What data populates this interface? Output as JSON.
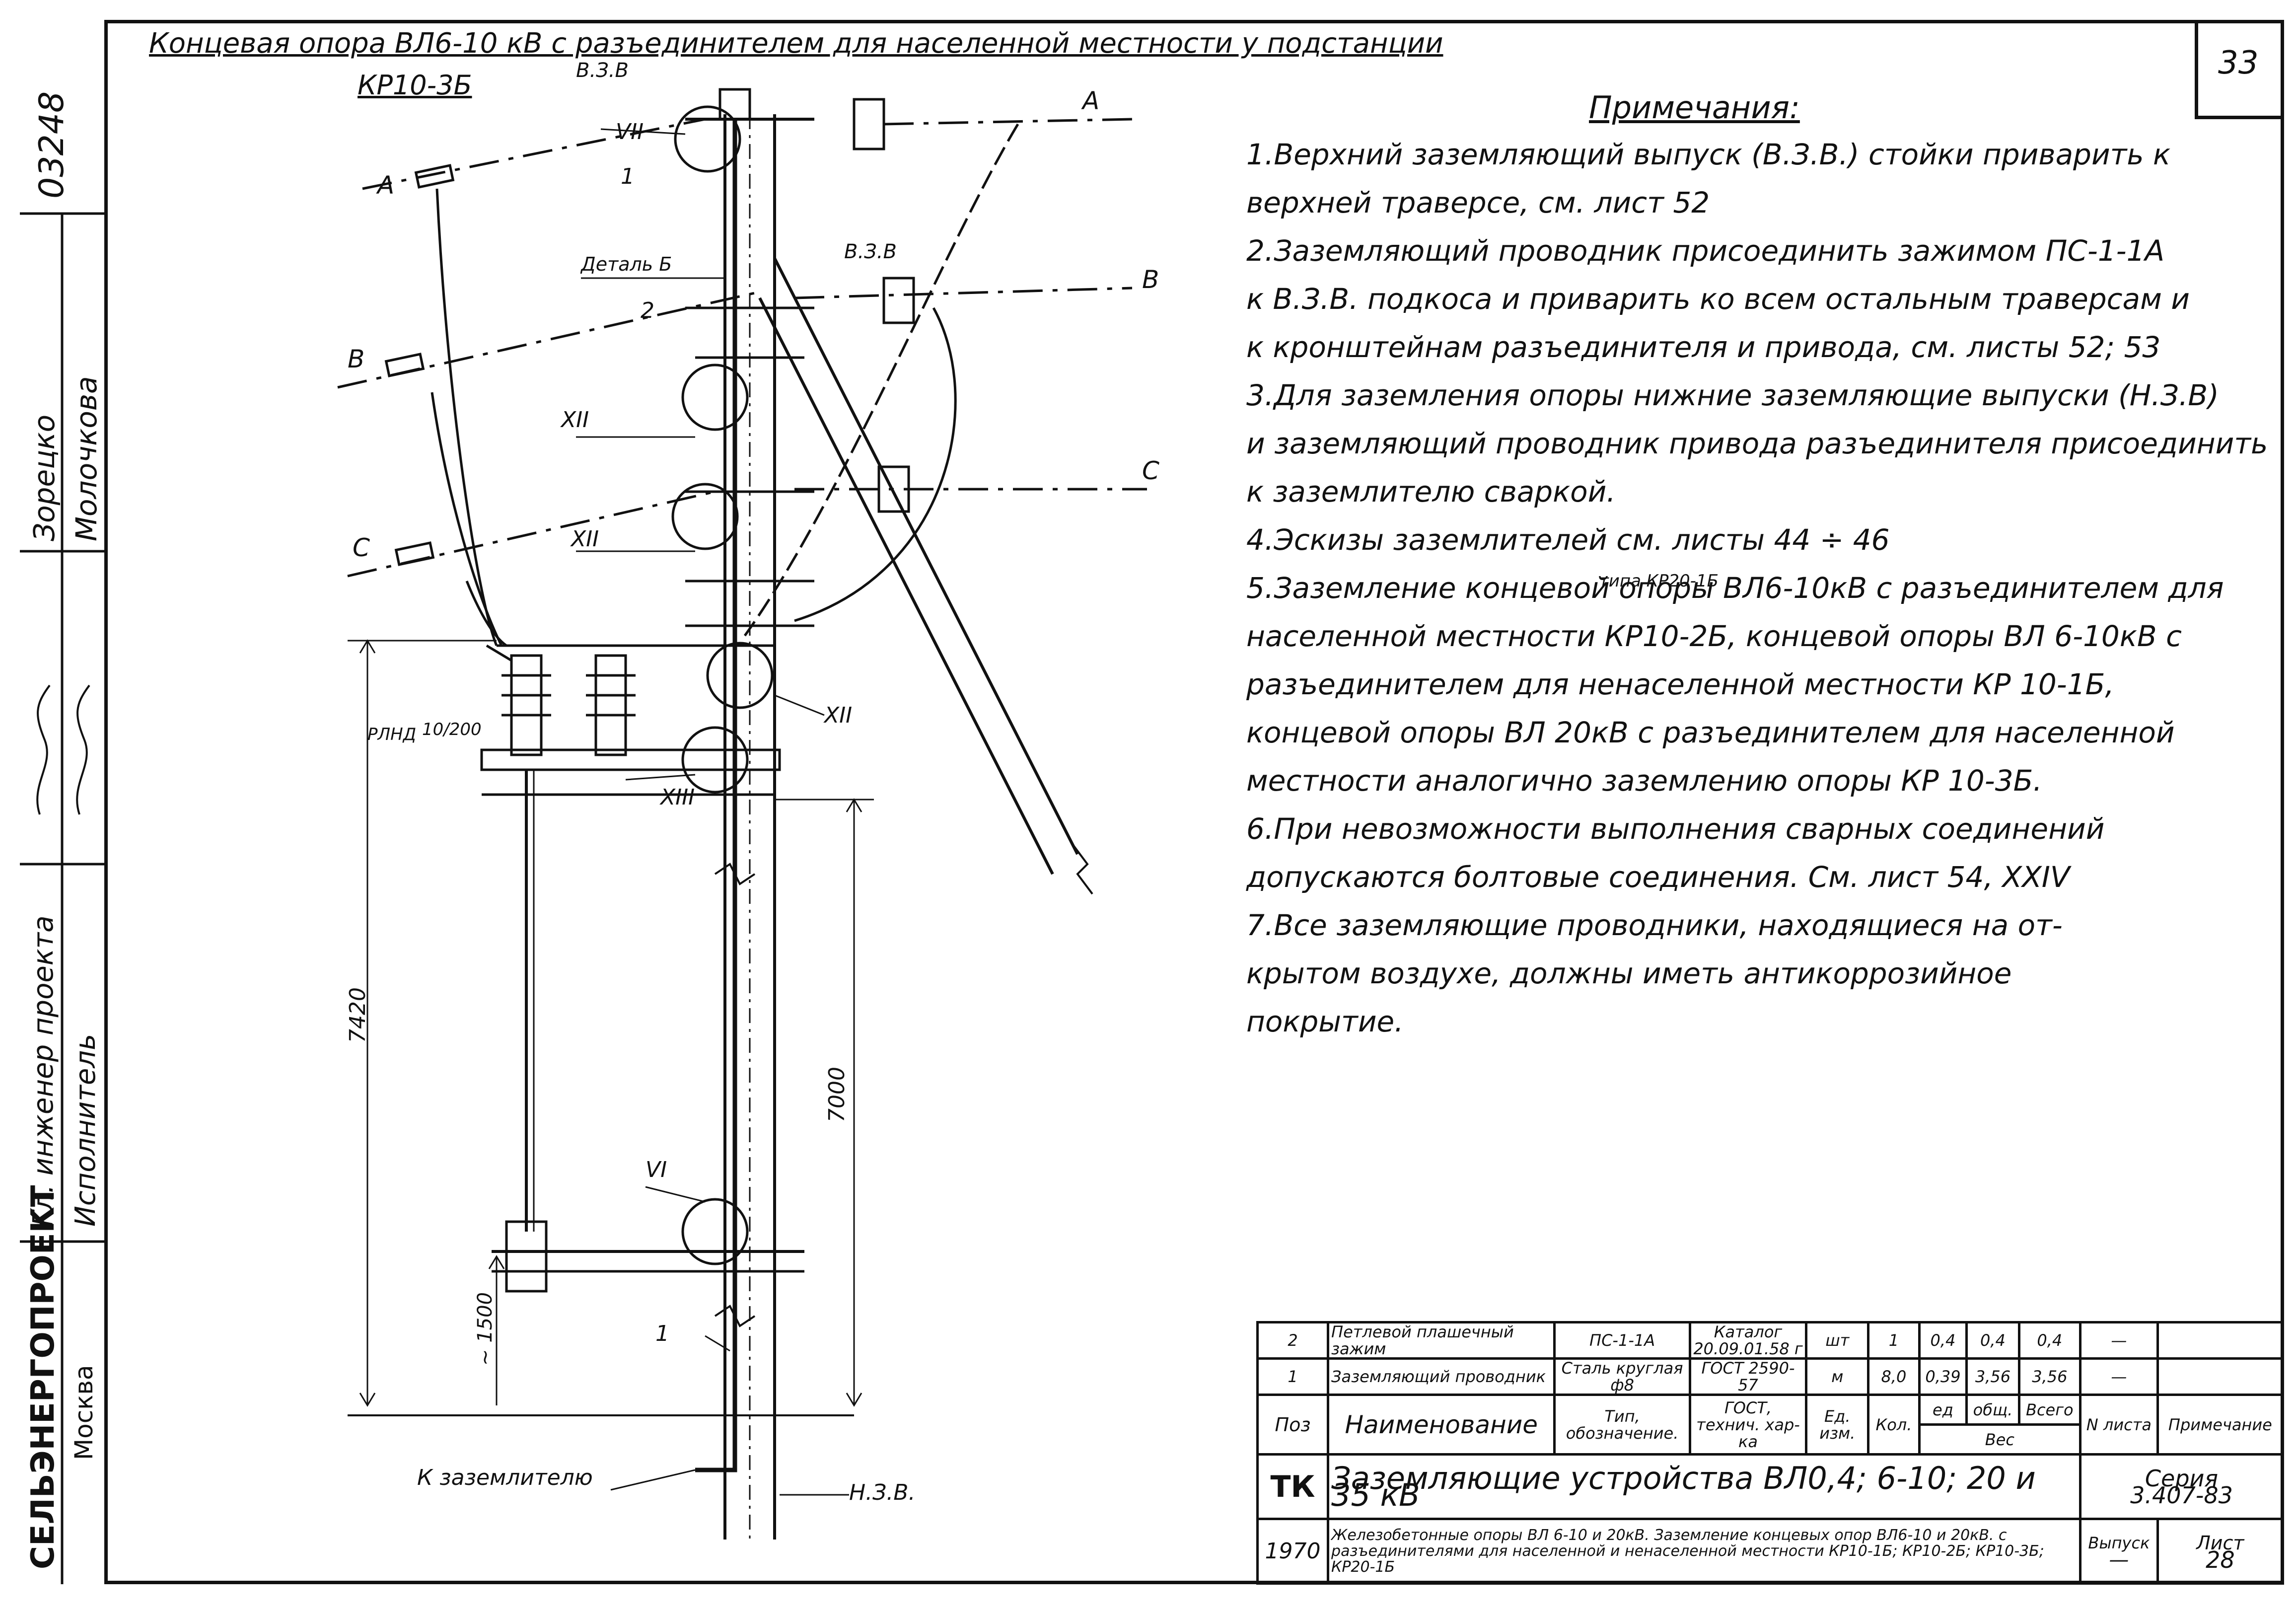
{
  "document": {
    "title": "Концевая опора ВЛ6-10 кВ с разъединителем для населенной местности у подстанции",
    "drawing_code": "КР10-3Б",
    "sheet_corner_number": "33",
    "archive_number": "03248"
  },
  "drawing": {
    "labels": {
      "vzv_top": "В.З.В",
      "vzv_mid": "В.З.В",
      "detail": "Деталь Б",
      "pos1_top": "1",
      "pos2": "2",
      "pos1_bottom": "1",
      "phase_a_left": "А",
      "phase_a_right": "А",
      "phase_b_left": "В",
      "phase_b_right": "В",
      "phase_c_left": "С",
      "phase_c_right": "С",
      "rlnd": "РЛНД",
      "rlnd_fraction": "10/200",
      "callout_vii": "VII",
      "callout_xii_1": "XII",
      "callout_xii_2": "XII",
      "callout_xii_3": "XII",
      "callout_xiii": "XIII",
      "callout_vi": "VI",
      "dim_7420": "7420",
      "dim_7000": "7000",
      "dim_1500": "~ 1500",
      "ground_text": "К заземлителю",
      "nzv": "Н.З.В."
    }
  },
  "notes": {
    "heading": "Примечания:",
    "lines": [
      "1.Верхний заземляющий выпуск (В.З.В.) стойки приварить к",
      "верхней траверсе, см. лист 52",
      "2.Заземляющий проводник присоединить зажимом ПС-1-1А",
      "к В.З.В. подкоса и приварить ко всем остальным траверсам и",
      "к кронштейнам разъединителя и привода, см. листы 52; 53",
      "3.Для заземления опоры нижние заземляющие выпуски (Н.З.В)",
      "и заземляющий проводник привода разъединителя присоединить",
      "к заземлителю сваркой.",
      "4.Эскизы заземлителей см. листы 44 ÷ 46",
      "5.Заземление концевой опоры ВЛ6-10кВ с разъединителем для",
      "населенной местности КР10-2Б, концевой опоры ВЛ 6-10кВ с",
      "разъединителем для ненаселенной местности КР 10-1Б,",
      "концевой опоры ВЛ 20кВ с разъединителем для населенной",
      "местности аналогично заземлению опоры КР 10-3Б.",
      "6.При невозможности выполнения сварных соединений",
      "допускаются болтовые соединения. См. лист 54, XXIV",
      "7.Все заземляющие проводники, находящиеся на от-",
      "крытом воздухе, должны иметь антикоррозийное",
      "покрытие."
    ],
    "superscript_note": "типа КР20-1Б"
  },
  "title_block": {
    "rows": [
      {
        "pos": "2",
        "name": "Петлевой плашечный зажим",
        "type": "ПС-1-1А",
        "gost": "Каталог 20.09.01.58 г",
        "unit": "шт",
        "qty": "1",
        "w_unit": "0,4",
        "w_total": "0,4",
        "w_all": "0,4",
        "sheet": "—",
        "note": ""
      },
      {
        "pos": "1",
        "name": "Заземляющий проводник",
        "type": "Сталь круглая ф8",
        "gost": "ГОСТ 2590-57",
        "unit": "м",
        "qty": "8,0",
        "w_unit": "0,39",
        "w_total": "3,56",
        "w_all": "3,56",
        "sheet": "—",
        "note": ""
      }
    ],
    "headers": {
      "pos": "Поз",
      "name": "Наименование",
      "type": "Тип, обозначение.",
      "gost": "ГОСТ, технич. хар-ка",
      "unit": "Ед. изм.",
      "qty": "Кол.",
      "w_unit": "ед",
      "w_total": "общ.",
      "w_all": "Всего",
      "weight": "Вес",
      "sheet": "N листа",
      "note": "Примечание"
    },
    "tk": "ТК",
    "main_title": "Заземляющие устройства ВЛ0,4; 6-10; 20 и 35 кВ",
    "series_label": "Серия",
    "series_value": "3.407-83",
    "year": "1970",
    "subtitle": "Железобетонные опоры ВЛ 6-10 и 20кВ. Заземление концевых опор ВЛ6-10 и 20кВ. с разъединителями для населенной и ненаселенной местности КР10-1Б; КР10-2Б; КР10-3Б; КР20-1Б",
    "issue_label": "Выпуск",
    "sheet_label": "Лист",
    "issue_value": "—",
    "sheet_value": "28"
  },
  "left_strip": {
    "org": "СЕЛЬЭНЕРГОПРОЕКТ",
    "city": "Москва",
    "role_chief": "Гл. инженер проекта",
    "role_exec": "Исполнитель",
    "name1": "Зорецко",
    "name2": "Молочкова",
    "archive": "03248"
  }
}
